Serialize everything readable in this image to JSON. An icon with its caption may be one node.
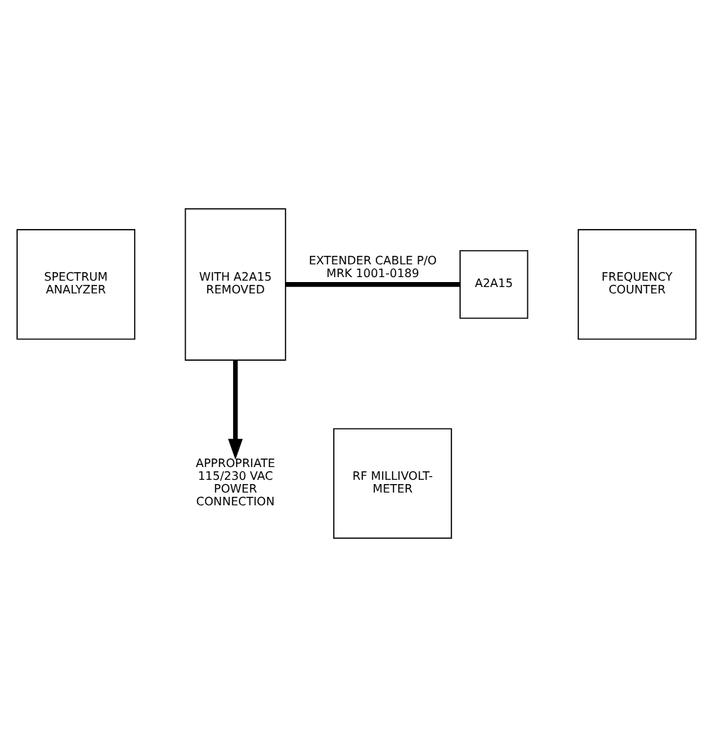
{
  "diagram": {
    "nodes": [
      {
        "text": [
          "SPECTRUM ANALYZER"
        ]
      },
      {
        "text": [
          "WITH A2A15 REMOVED"
        ]
      },
      {
        "text": [
          "A2A15"
        ]
      },
      {
        "text": [
          "FREQUENCY COUNTER"
        ]
      },
      {
        "text": [
          "APPROPRIATE 115/230 VAC POWER CONNECTION"
        ]
      },
      {
        "text": [
          "RF MILLIVOLT-METER"
        ]
      }
    ],
    "edges": [
      {
        "from": 1,
        "to": 2,
        "arrow": "none",
        "label": "EXTENDER CABLE P/O MRK 1001-0189"
      },
      {
        "from": 1,
        "to": 4,
        "arrow": "to"
      }
    ]
  }
}
